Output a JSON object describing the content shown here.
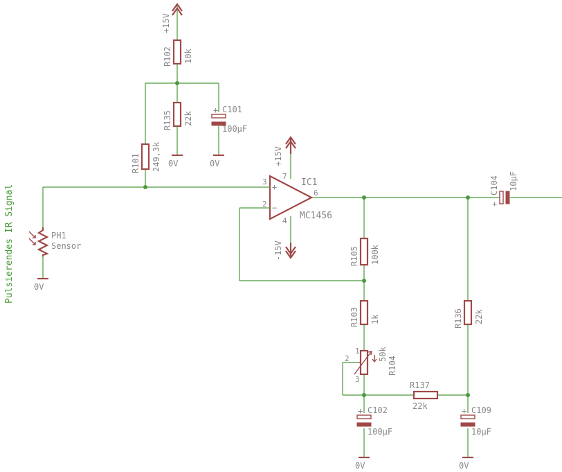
{
  "signal_label": "Pulsierendes IR Signal",
  "opamp": {
    "ref": "IC1",
    "part": "MC1456",
    "pin_noninv": "3",
    "pin_inv": "2",
    "pin_out": "6",
    "pin_vpos": "7",
    "pin_vneg": "4",
    "plus_sign": "+",
    "minus_sign": "−"
  },
  "supply": {
    "vpos": "+15V",
    "vneg": "-15V",
    "gnd": "0V"
  },
  "components": {
    "r102": {
      "ref": "R102",
      "value": "10k"
    },
    "r135": {
      "ref": "R135",
      "value": "22k"
    },
    "r101": {
      "ref": "R101",
      "value": "249,3k"
    },
    "c101": {
      "ref": "C101",
      "value": "100µF"
    },
    "ph1": {
      "ref": "PH1",
      "value": "Sensor"
    },
    "r105": {
      "ref": "R105",
      "value": "100k"
    },
    "r103": {
      "ref": "R103",
      "value": "1k"
    },
    "r104": {
      "ref": "R104",
      "value": "50k",
      "pin1": "1",
      "pin2": "2",
      "pin3": "3"
    },
    "r137": {
      "ref": "R137",
      "value": "22k"
    },
    "c102": {
      "ref": "C102",
      "value": "100µF"
    },
    "c104": {
      "ref": "C104",
      "value": "10µF"
    },
    "r136": {
      "ref": "R136",
      "value": "22k"
    },
    "c109": {
      "ref": "C109",
      "value": "10µF"
    }
  },
  "polarity_mark": "+"
}
